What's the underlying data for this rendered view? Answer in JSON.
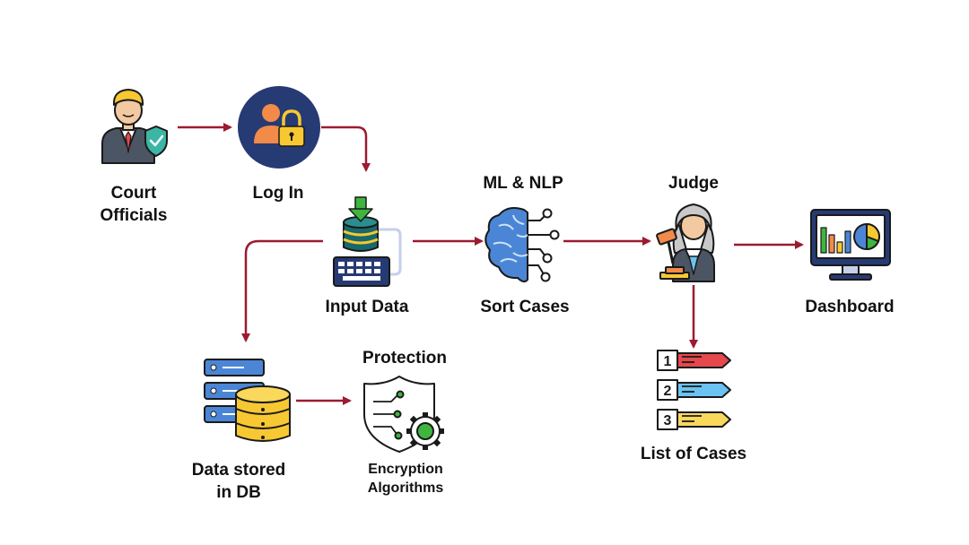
{
  "labels": {
    "court_officials_line1": "Court",
    "court_officials_line2": "Officials",
    "log_in": "Log In",
    "input_data": "Input Data",
    "ml_nlp": "ML & NLP",
    "sort_cases": "Sort Cases",
    "judge": "Judge",
    "dashboard": "Dashboard",
    "data_stored_line1": "Data stored",
    "data_stored_line2": "in DB",
    "protection": "Protection",
    "encryption_line1": "Encryption",
    "encryption_line2": "Algorithms",
    "list_of_cases": "List of Cases"
  },
  "list_items": [
    "1",
    "2",
    "3"
  ],
  "colors": {
    "arrow": "#9b1b30",
    "outline": "#1a1a1a",
    "navy": "#263a74",
    "blue": "#4b86d6",
    "green": "#3fb53f",
    "yellow": "#f7c832",
    "teal": "#17696b",
    "red": "#e5484d",
    "light_blue": "#6ac3f2"
  },
  "icons": {
    "court_officials": "officer-with-shield-icon",
    "log_in": "user-lock-icon",
    "input_data": "database-keyboard-icon",
    "ml_nlp": "brain-network-icon",
    "judge": "judge-gavel-icon",
    "dashboard": "monitor-chart-icon",
    "database": "server-database-icon",
    "protection": "shield-gear-icon",
    "list": "numbered-list-icon"
  }
}
